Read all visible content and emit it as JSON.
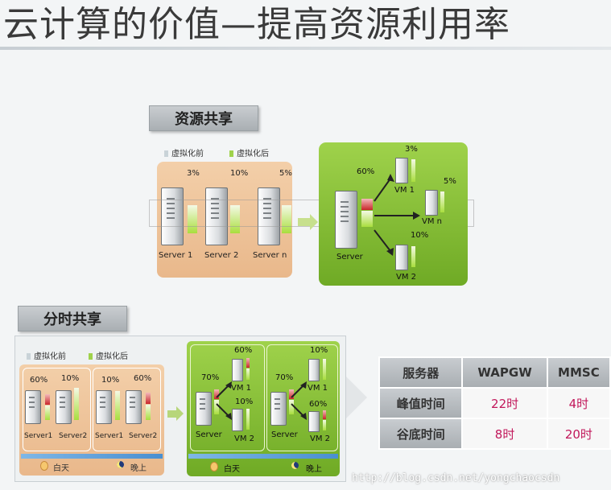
{
  "title": "云计算的价值—提高资源利用率",
  "section1": {
    "label": "资源共享",
    "legend_before": "虚拟化前",
    "legend_after": "虚拟化后",
    "servers": [
      {
        "label": "Server 1",
        "pct": "3%"
      },
      {
        "label": "Server 2",
        "pct": "10%"
      },
      {
        "label": "Server n",
        "pct": "5%"
      }
    ],
    "right": {
      "server_label": "Server",
      "server_pct": "60%",
      "vms": [
        {
          "label": "VM 1",
          "pct": "3%"
        },
        {
          "label": "VM n",
          "pct": "5%"
        },
        {
          "label": "VM 2",
          "pct": "10%"
        }
      ]
    }
  },
  "section2": {
    "label": "分时共享",
    "legend_before": "虚拟化前",
    "legend_after": "虚拟化后",
    "left": {
      "day": {
        "s1_pct": "60%",
        "s2_pct": "10%",
        "s1": "Server1",
        "s2": "Server2"
      },
      "night": {
        "s1_pct": "10%",
        "s2_pct": "60%",
        "s1": "Server1",
        "s2": "Server2"
      },
      "day_label": "白天",
      "night_label": "晚上"
    },
    "right": {
      "day": {
        "server_pct": "70%",
        "server": "Server",
        "vm1": "VM 1",
        "vm2": "VM 2",
        "vm1_pct": "60%",
        "vm2_pct": "10%"
      },
      "night": {
        "server_pct": "70%",
        "server": "Server",
        "vm1": "VM 1",
        "vm2": "VM 2",
        "vm1_pct": "10%",
        "vm2_pct": "60%"
      },
      "day_label": "白天",
      "night_label": "晚上"
    }
  },
  "table": {
    "headers": [
      "服务器",
      "WAPGW",
      "MMSC"
    ],
    "rows": [
      {
        "label": "峰值时间",
        "values": [
          "22时",
          "4时"
        ]
      },
      {
        "label": "谷底时间",
        "values": [
          "8时",
          "20时"
        ]
      }
    ]
  },
  "watermark": "http://blog.csdn.net/yongchaocsdn",
  "colors": {
    "orange_panel": "#edbf92",
    "green_panel": "#86bd33",
    "red": "#c8262b"
  }
}
